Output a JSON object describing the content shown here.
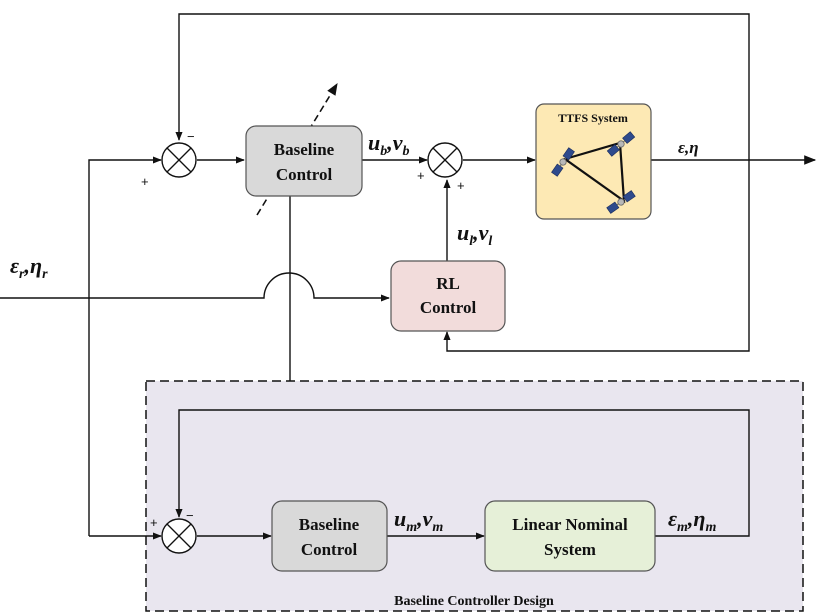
{
  "blocks": {
    "baseline_top": [
      "Baseline",
      "Control"
    ],
    "rl": [
      "RL",
      "Control"
    ],
    "ttfs_title": "TTFS System",
    "baseline_bottom": [
      "Baseline",
      "Control"
    ],
    "linear_nominal": [
      "Linear Nominal",
      "System"
    ]
  },
  "signals": {
    "reference": {
      "a": "ε",
      "a_sub": "r",
      "sep": ",",
      "b": "η",
      "b_sub": "r"
    },
    "baseline_out": {
      "a": "u",
      "a_sub": "b",
      "sep": ",",
      "b": "v",
      "b_sub": "b"
    },
    "rl_out": {
      "a": "u",
      "a_sub": "l",
      "sep": ",",
      "b": "v",
      "b_sub": "l"
    },
    "system_out": "ε,η",
    "model_in": {
      "a": "u",
      "a_sub": "m",
      "sep": ",",
      "b": "v",
      "b_sub": "m"
    },
    "model_out": {
      "a": "ε",
      "a_sub": "m",
      "sep": ",",
      "b": "η",
      "b_sub": "m"
    }
  },
  "signs": {
    "sum1_top": "−",
    "sum1_left": "+",
    "sum2_left": "+",
    "sum2_bottom": "+",
    "sum3_left": "+",
    "sum3_top": "−"
  },
  "design_region_title": "Baseline Controller Design",
  "icons": [
    "summing-junction-icon",
    "satellite-icon",
    "adaptation-arrow-icon"
  ],
  "colors": {
    "baseline_fill": "#d9d9d9",
    "rl_fill": "#f2dcdb",
    "ttfs_fill": "#fde9b4",
    "linear_fill": "#e6f0d8",
    "design_region_fill": "#e9e6ef",
    "panel_blue": "#2e4a8c"
  }
}
